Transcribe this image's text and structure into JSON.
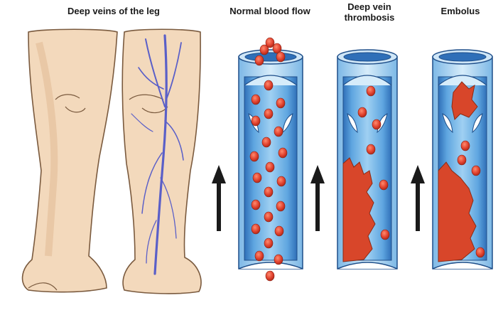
{
  "labels": {
    "legs": "Deep veins of the leg",
    "normal": "Normal blood flow",
    "dvt_line1": "Deep vein",
    "dvt_line2": "thrombosis",
    "embolus": "Embolus"
  },
  "colors": {
    "skin": "#f3d9bc",
    "skin_shadow": "#e2bd97",
    "vein": "#5a5fc8",
    "vessel_light": "#bfe0f6",
    "vessel_mid": "#5fa6e0",
    "vessel_dark": "#2f6fb8",
    "cell": "#e0412e",
    "clot": "#d8462a",
    "arrow": "#1a1a1a"
  },
  "icons": [
    "up-arrow-icon",
    "valve-icon",
    "red-blood-cell-icon",
    "clot-icon"
  ]
}
